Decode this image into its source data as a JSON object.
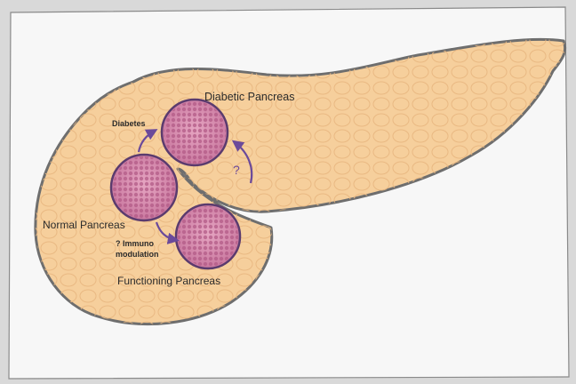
{
  "labels": {
    "diabetic": "Diabetic Pancreas",
    "diabetes": "Diabetes",
    "normal": "Normal Pancreas",
    "immuno_line1": "? Immuno",
    "immuno_line2": "modulation",
    "functioning": "Functioning Pancreas",
    "question": "?"
  },
  "colors": {
    "background_frame": "#d9d9d9",
    "paper": "#f7f7f7",
    "pancreas_fill": "#f6cf9c",
    "pancreas_outline": "#6e6e6e",
    "cell_fill": "#c8739a",
    "cell_outline": "#5b3b6e",
    "arrow": "#6b4a9a"
  }
}
